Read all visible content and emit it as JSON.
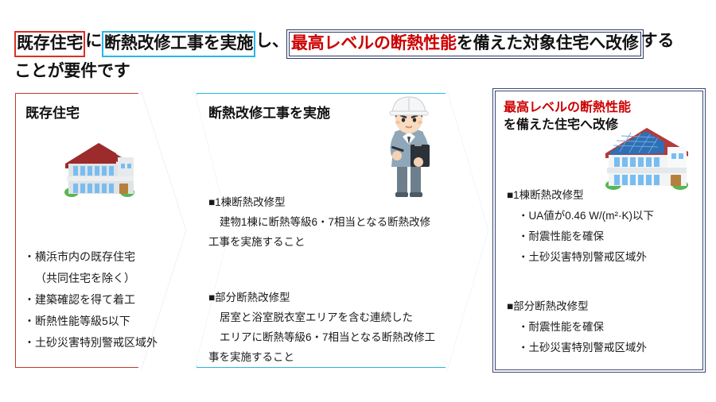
{
  "headline": {
    "seg1_boxed_red": "既存住宅",
    "seg2": "に",
    "seg3_boxed_cyan": "断熱改修工事を実施",
    "seg4": "し、",
    "seg5_boxed_navy_red": "最高レベルの断熱性能",
    "seg6_boxed_navy": "を備えた対象住宅へ改修",
    "seg7": "する",
    "line2": "ことが要件です"
  },
  "panels": [
    {
      "id": "panel1",
      "title": "既存住宅",
      "border_color": "#c0392b",
      "illustration": "house-icon",
      "items": [
        "・横浜市内の既存住宅",
        "（共同住宅を除く）",
        "・建築確認を得て着工",
        "・断熱性能等級5以下",
        "・土砂災害特別警戒区域外"
      ]
    },
    {
      "id": "panel2",
      "title": "断熱改修工事を実施",
      "border_color": "#29b6e8",
      "illustration": "worker-icon",
      "block_a": {
        "heading": "■1棟断熱改修型",
        "lines": [
          "建物1棟に断熱等級6・7相当となる断熱改修",
          "工事を実施すること"
        ]
      },
      "block_b": {
        "heading": "■部分断熱改修型",
        "lines": [
          "居室と浴室脱衣室エリアを含む連続した",
          "エリアに断熱等級6・7相当となる断熱改修工",
          "事を実施すること"
        ]
      }
    },
    {
      "id": "panel3",
      "title_red": "最高レベルの断熱性能",
      "title_rest": "を備えた住宅へ改修",
      "border_color": "#3b4a77",
      "illustration": "solar-house-icon",
      "block_a": {
        "heading": "■1棟断熱改修型",
        "lines": [
          "・UA値が0.46 W/(m²·K)以下",
          "・耐震性能を確保",
          "・土砂災害特別警戒区域外"
        ]
      },
      "block_b": {
        "heading": "■部分断熱改修型",
        "lines": [
          "・耐震性能を確保",
          "・土砂災害特別警戒区域外"
        ]
      }
    }
  ],
  "colors": {
    "red": "#c0392b",
    "cyan": "#29b6e8",
    "navy": "#3b4a77",
    "heading_red": "#cc0000",
    "roof_red": "#9c2b2b",
    "wall_gray": "#dfe3e6",
    "window_blue": "#79bdf0",
    "door_brown": "#b5803c",
    "solar_blue": "#2f6fb5",
    "uniform_blue": "#7d93a8",
    "helmet_white": "#f5f6f7"
  }
}
